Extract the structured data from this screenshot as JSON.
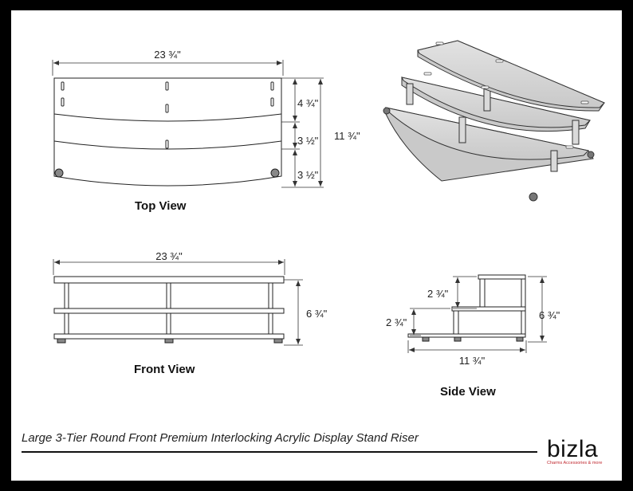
{
  "colors": {
    "frame": "#000000",
    "paper": "#ffffff",
    "line": "#222222",
    "accent": "#c0282f"
  },
  "top_view": {
    "label": "Top View",
    "width": "23 ¾\"",
    "depth": "11 ¾\"",
    "tier1": "4 ¾\"",
    "tier2": "3 ½\"",
    "tier3": "3 ½\""
  },
  "front_view": {
    "label": "Front View",
    "width": "23 ¾\"",
    "height": "6 ¾\""
  },
  "side_view": {
    "label": "Side View",
    "upper_step": "2 ¾\"",
    "lower_step": "2 ¾\"",
    "height": "6 ¾\"",
    "depth": "11 ¾\""
  },
  "caption": "Large 3-Tier Round Front Premium Interlocking Acrylic Display Stand Riser",
  "brand": {
    "name": "bizla",
    "tagline": "Charms Accessories & more"
  }
}
